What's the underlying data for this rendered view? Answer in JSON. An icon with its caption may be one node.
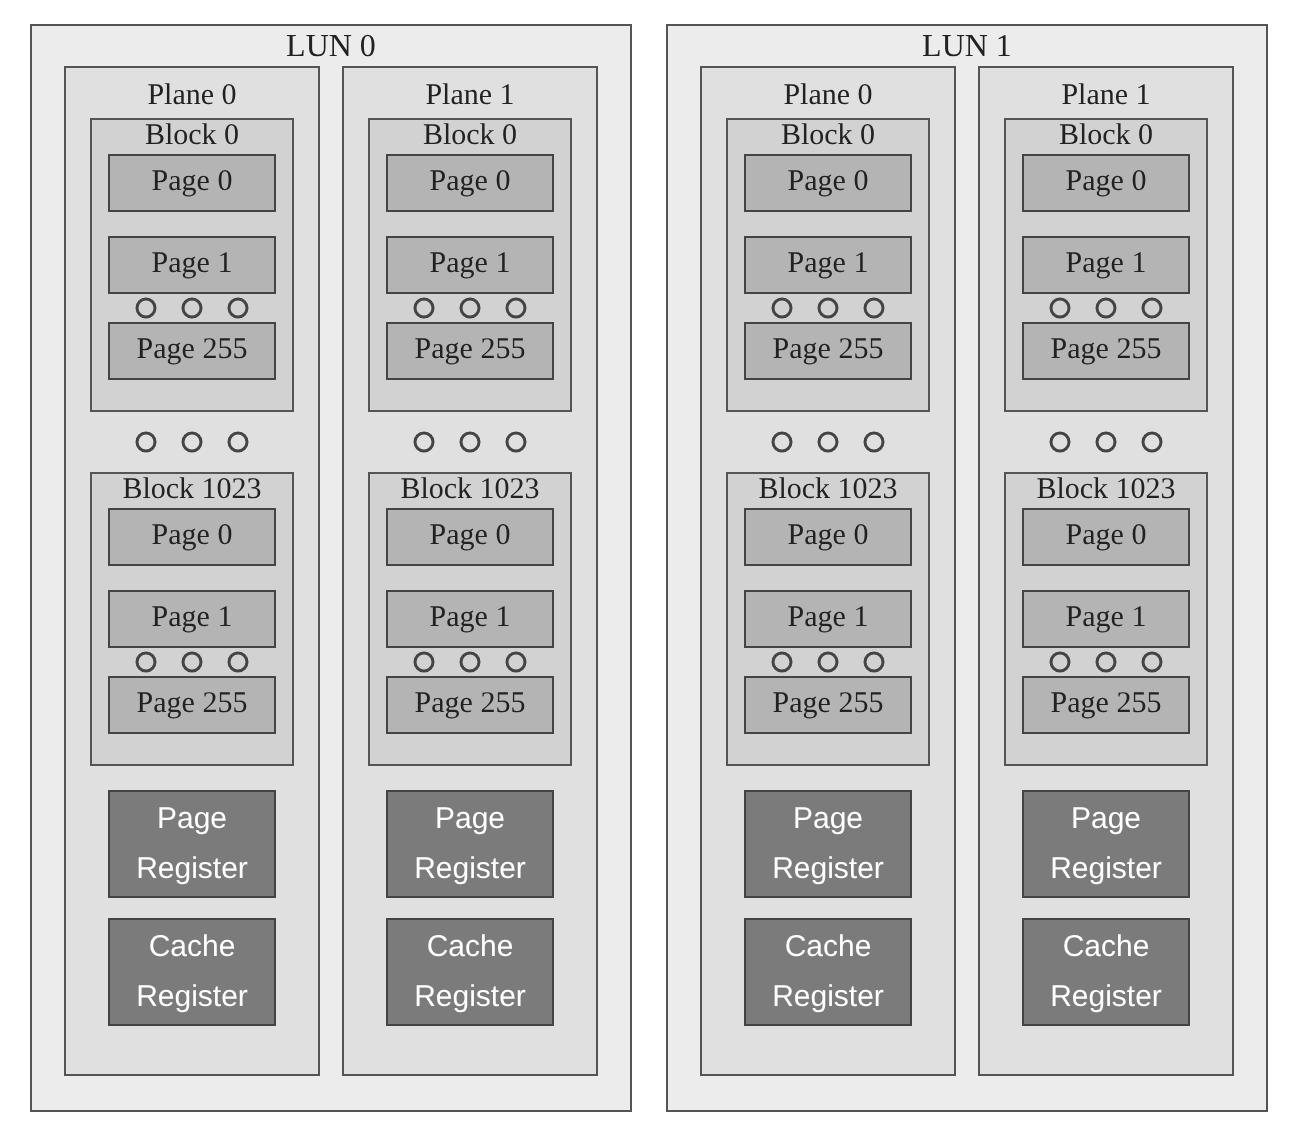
{
  "diagram": {
    "nodes": [
      {
        "text": [
          "LUN 0"
        ]
      },
      {
        "text": [
          "Plane 0"
        ],
        "in": 0
      },
      {
        "text": [
          "Block 0"
        ],
        "in": 1
      },
      {
        "text": [
          "Page 0"
        ],
        "in": 2
      },
      {
        "text": [
          "Page 1"
        ],
        "in": 2
      },
      {
        "text": [
          "Page 255"
        ],
        "in": 2
      },
      {
        "text": [
          "Block 1023"
        ],
        "in": 1
      },
      {
        "text": [
          "Page 0"
        ],
        "in": 6
      },
      {
        "text": [
          "Page 1"
        ],
        "in": 6
      },
      {
        "text": [
          "Page 255"
        ],
        "in": 6
      },
      {
        "text": [
          "Page Register"
        ],
        "in": 1
      },
      {
        "text": [
          "Cache Register"
        ],
        "in": 1
      },
      {
        "text": [
          "Plane 1"
        ],
        "in": 0
      },
      {
        "text": [
          "Block 0"
        ],
        "in": 12
      },
      {
        "text": [
          "Page 0"
        ],
        "in": 13
      },
      {
        "text": [
          "Page 1"
        ],
        "in": 13
      },
      {
        "text": [
          "Page 255"
        ],
        "in": 13
      },
      {
        "text": [
          "Block 1023"
        ],
        "in": 12
      },
      {
        "text": [
          "Page 0"
        ],
        "in": 17
      },
      {
        "text": [
          "Page 1"
        ],
        "in": 17
      },
      {
        "text": [
          "Page 255"
        ],
        "in": 17
      },
      {
        "text": [
          "Page Register"
        ],
        "in": 12
      },
      {
        "text": [
          "Cache Register"
        ],
        "in": 12
      },
      {
        "text": [
          "LUN 1"
        ]
      },
      {
        "text": [
          "Plane 0"
        ],
        "in": 23
      },
      {
        "text": [
          "Block 0"
        ],
        "in": 24
      },
      {
        "text": [
          "Page 0"
        ],
        "in": 25
      },
      {
        "text": [
          "Page 1"
        ],
        "in": 25
      },
      {
        "text": [
          "Page 255"
        ],
        "in": 25
      },
      {
        "text": [
          "Block 1023"
        ],
        "in": 24
      },
      {
        "text": [
          "Page 0"
        ],
        "in": 29
      },
      {
        "text": [
          "Page 1"
        ],
        "in": 29
      },
      {
        "text": [
          "Page 255"
        ],
        "in": 29
      },
      {
        "text": [
          "Page Register"
        ],
        "in": 24
      },
      {
        "text": [
          "Cache Register"
        ],
        "in": 24
      },
      {
        "text": [
          "Plane 1"
        ],
        "in": 23
      },
      {
        "text": [
          "Block 0"
        ],
        "in": 35
      },
      {
        "text": [
          "Page 0"
        ],
        "in": 36
      },
      {
        "text": [
          "Page 1"
        ],
        "in": 36
      },
      {
        "text": [
          "Page 255"
        ],
        "in": 36
      },
      {
        "text": [
          "Block 1023"
        ],
        "in": 35
      },
      {
        "text": [
          "Page 0"
        ],
        "in": 40
      },
      {
        "text": [
          "Page 1"
        ],
        "in": 40
      },
      {
        "text": [
          "Page 255"
        ],
        "in": 40
      },
      {
        "text": [
          "Page Register"
        ],
        "in": 35
      },
      {
        "text": [
          "Cache Register"
        ],
        "in": 35
      }
    ]
  }
}
